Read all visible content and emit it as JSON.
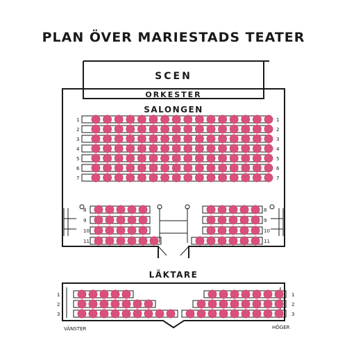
{
  "title": "PLAN ÖVER MARIESTADS TEATER",
  "stage_label": "SCEN",
  "orchestra_label": "ORKESTER",
  "salon_label": "SALONGEN",
  "balcony_label": "LÄKTARE",
  "left_label": "VÄNSTER",
  "right_label": "HÖGER",
  "colors": {
    "seat": "#d9507a",
    "ink": "#1a1a1a",
    "paper": "#ffffff"
  },
  "salon_front": {
    "rows": [
      {
        "label": "1",
        "seats": [
          "1",
          "2",
          "3",
          "4",
          "5",
          "6",
          "7",
          "8",
          "9",
          "10",
          "11",
          "12",
          "13",
          "14",
          "15",
          "16"
        ]
      },
      {
        "label": "2",
        "seats": [
          "1",
          "2",
          "3",
          "4",
          "5",
          "6",
          "7",
          "8",
          "9",
          "10",
          "11",
          "12",
          "13",
          "14",
          "15",
          "16"
        ]
      },
      {
        "label": "3",
        "seats": [
          "1",
          "2",
          "3",
          "4",
          "5",
          "6",
          "7",
          "8",
          "9",
          "10",
          "11",
          "12",
          "13",
          "14",
          "15",
          "16"
        ]
      },
      {
        "label": "4",
        "seats": [
          "1",
          "2",
          "3",
          "4",
          "5",
          "6",
          "7",
          "8",
          "9",
          "10",
          "11",
          "12",
          "13",
          "14",
          "15",
          "16"
        ]
      },
      {
        "label": "5",
        "seats": [
          "1",
          "2",
          "3",
          "4",
          "5",
          "6",
          "7",
          "8",
          "9",
          "10",
          "11",
          "12",
          "13",
          "14",
          "15",
          "16"
        ]
      },
      {
        "label": "6",
        "seats": [
          "1",
          "2",
          "3",
          "4",
          "5",
          "6",
          "7",
          "8",
          "9",
          "10",
          "11",
          "12",
          "13",
          "14",
          "15",
          "16"
        ]
      },
      {
        "label": "7",
        "seats": [
          "1",
          "2",
          "3",
          "4",
          "5",
          "6",
          "7",
          "8",
          "9",
          "10",
          "11",
          "12",
          "13",
          "14",
          "15",
          "16"
        ]
      }
    ]
  },
  "salon_rear_left": {
    "rows": [
      {
        "label": "8",
        "count": 5
      },
      {
        "label": "9",
        "count": 5
      },
      {
        "label": "10",
        "count": 5
      },
      {
        "label": "11",
        "count": 6
      }
    ]
  },
  "salon_rear_right": {
    "rows": [
      {
        "label": "8",
        "count": 5
      },
      {
        "label": "9",
        "count": 5
      },
      {
        "label": "10",
        "count": 5
      },
      {
        "label": "11",
        "count": 6
      }
    ]
  },
  "balcony_left": {
    "rows": [
      {
        "label": "1",
        "count": 5
      },
      {
        "label": "2",
        "count": 7
      },
      {
        "label": "3",
        "count": 9
      }
    ]
  },
  "balcony_right": {
    "rows": [
      {
        "label": "1",
        "count": 7
      },
      {
        "label": "2",
        "count": 8
      },
      {
        "label": "3",
        "count": 9
      }
    ]
  }
}
